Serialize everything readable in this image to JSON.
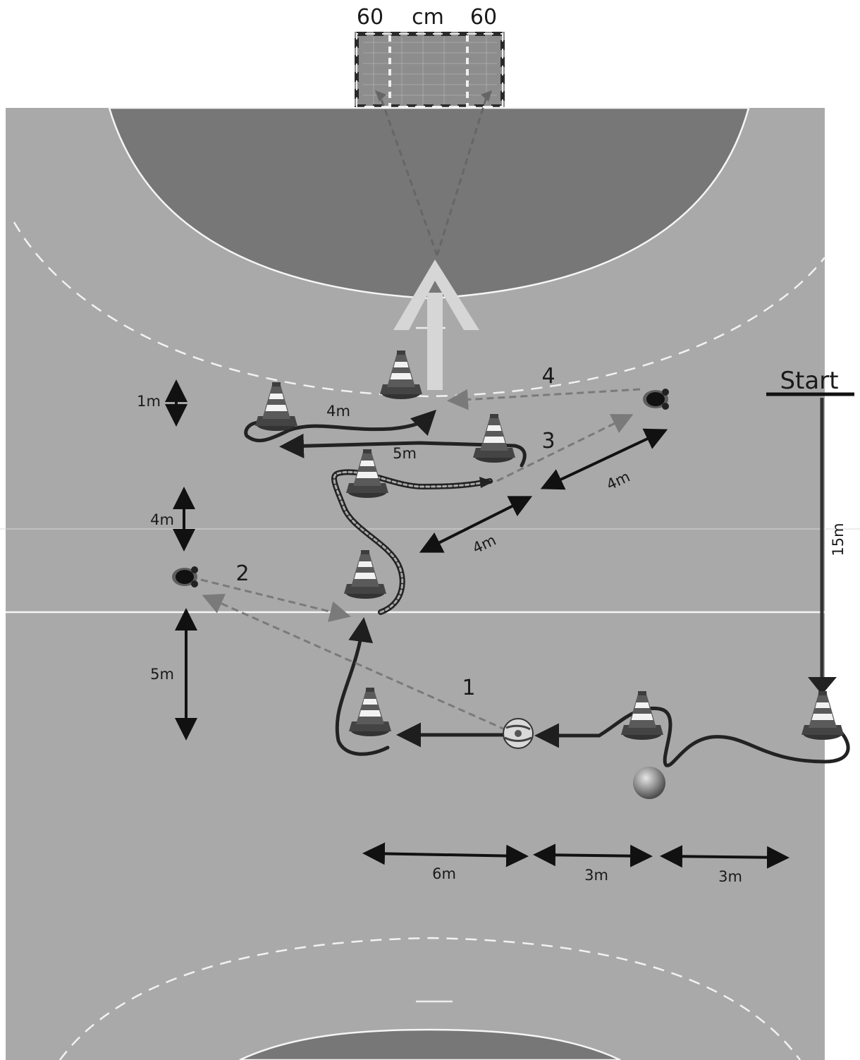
{
  "goal": {
    "left_label": "60",
    "center_label": "cm",
    "right_label": "60"
  },
  "start_label": "Start",
  "pass_numbers": [
    "1",
    "2",
    "3",
    "4"
  ],
  "dimensions": {
    "left_1m": "1m",
    "left_4m": "4m",
    "left_5m": "5m",
    "right_15m": "15m",
    "run_4m_top": "4m",
    "run_5m": "5m",
    "diag_4m_upper": "4m",
    "diag_4m_lower": "4m",
    "bottom_6m": "6m",
    "bottom_3m_a": "3m",
    "bottom_3m_b": "3m"
  },
  "colors": {
    "court": "#a9a9a9",
    "goal_area": "#767676",
    "lines": "#ffffff",
    "path": "#2b2b2b",
    "pass_line": "#7a7a7a",
    "shot_arrow": "#d6d6d6",
    "cone": "#4a4a4a"
  }
}
